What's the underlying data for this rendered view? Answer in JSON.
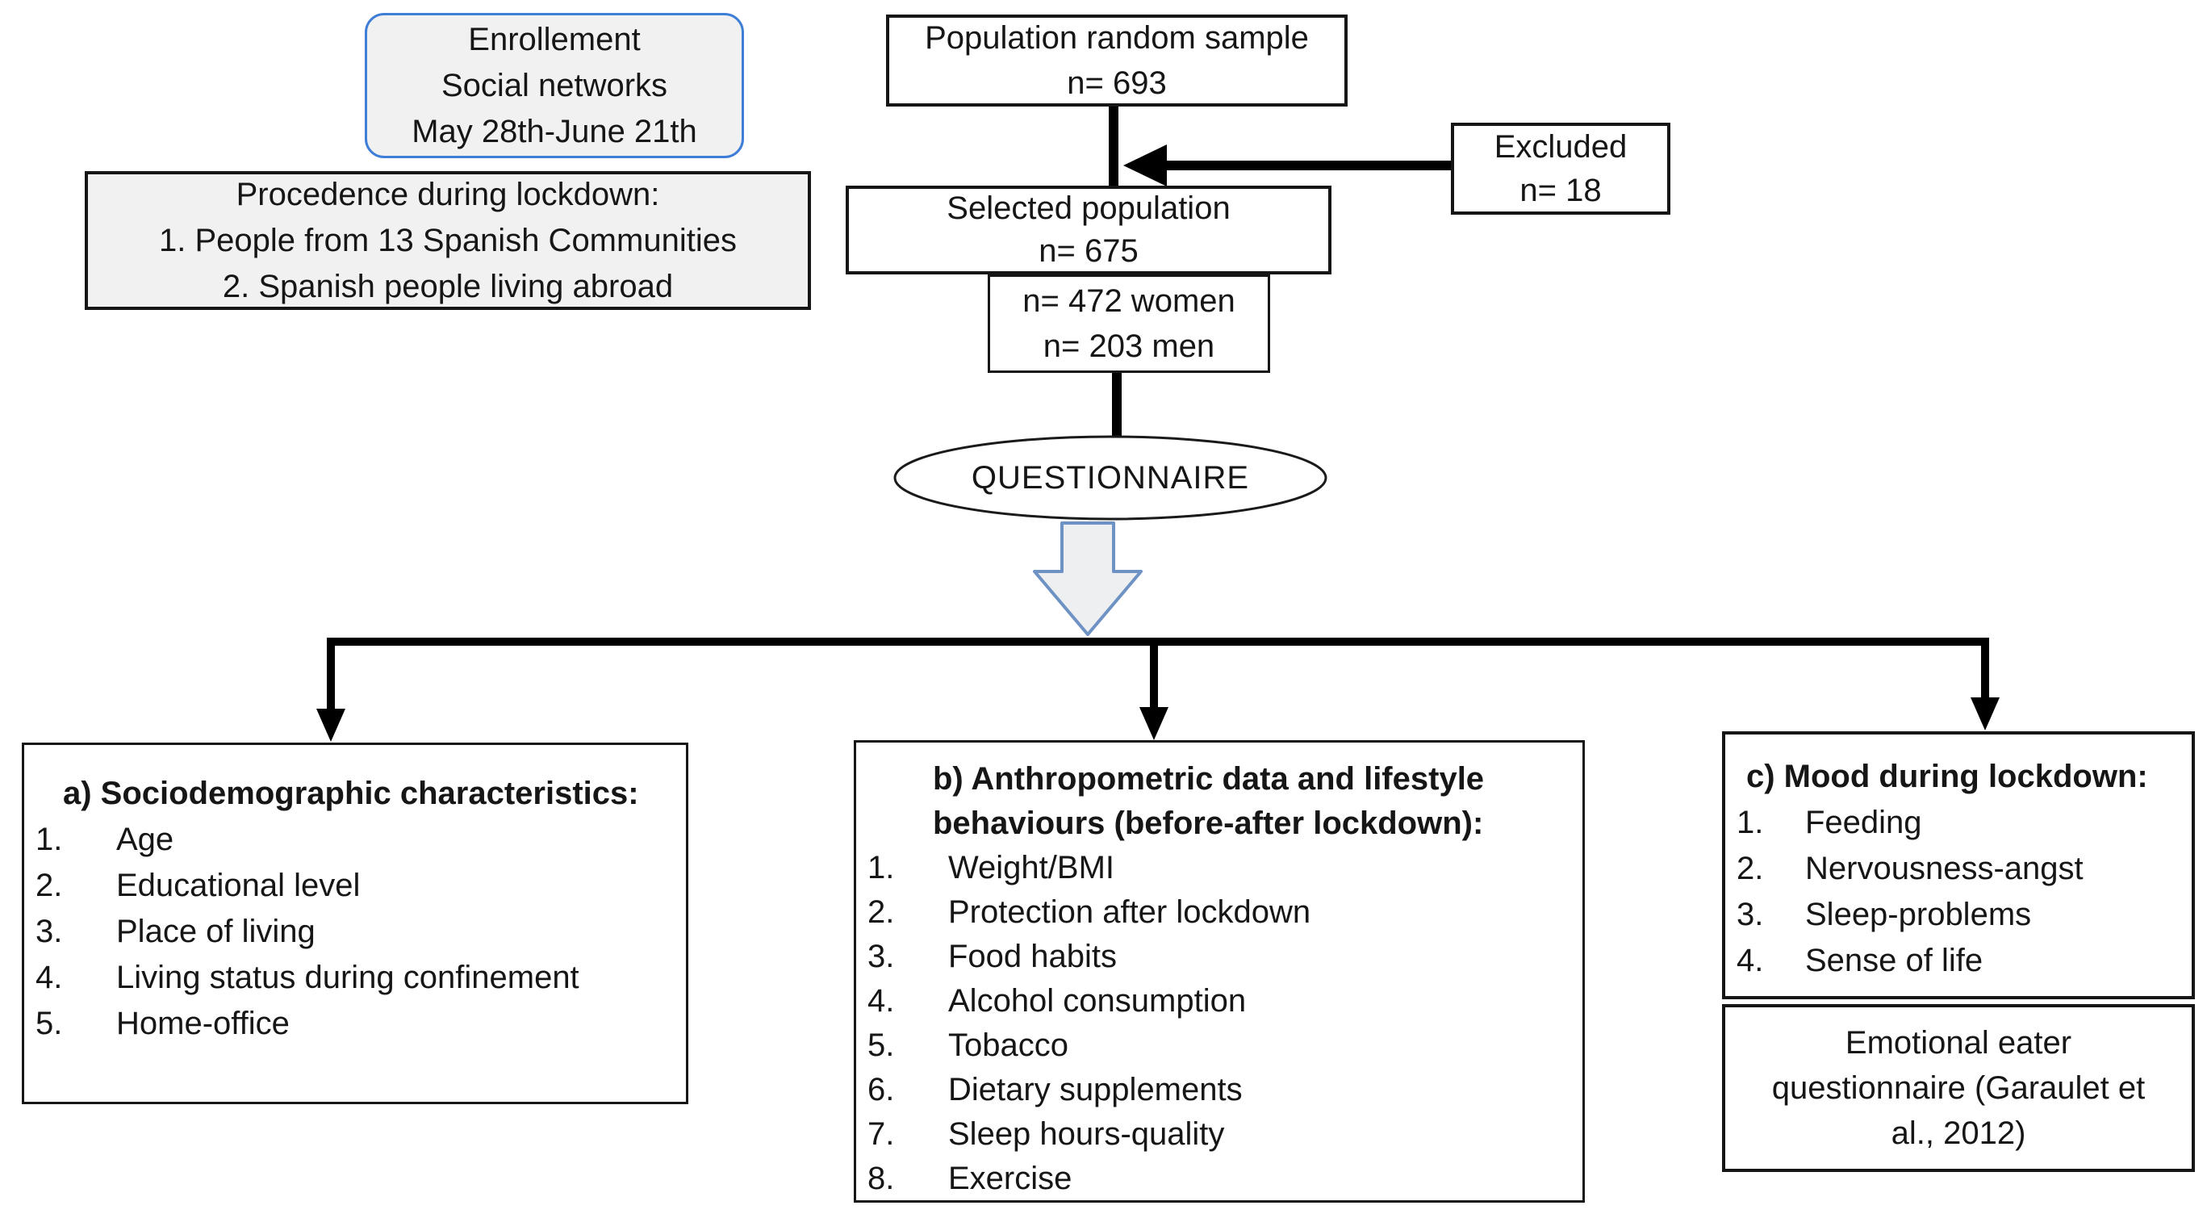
{
  "colors": {
    "accent_blue": "#3f7ed6",
    "block_arrow_blue": "#6d92c3",
    "box_fill_gray": "#f1f1f2",
    "line_black": "#000000"
  },
  "enrollment_box": {
    "lines": [
      "Enrollement",
      "Social networks",
      "May 28th-June 21th"
    ]
  },
  "procedence_box": {
    "lines": [
      "Procedence during lockdown:",
      "1. People from 13 Spanish Communities",
      "2. Spanish people living abroad"
    ]
  },
  "population_box": {
    "lines": [
      "Population random sample",
      "n= 693"
    ]
  },
  "excluded_box": {
    "lines": [
      "Excluded",
      "n= 18"
    ]
  },
  "selected_box": {
    "lines": [
      "Selected population",
      "n= 675"
    ]
  },
  "gender_box": {
    "lines": [
      "n= 472 women",
      "n= 203 men"
    ]
  },
  "questionnaire": {
    "label": "QUESTIONNAIRE"
  },
  "branch_a": {
    "title": "a) Sociodemographic characteristics:",
    "items": [
      {
        "num": "1.",
        "text": "Age"
      },
      {
        "num": "2.",
        "text": "Educational level"
      },
      {
        "num": "3.",
        "text": "Place of living"
      },
      {
        "num": "4.",
        "text": "Living status during confinement"
      },
      {
        "num": "5.",
        "text": "Home-office"
      }
    ]
  },
  "branch_b": {
    "title_lines": [
      "b) Anthropometric data and lifestyle",
      "behaviours (before-after lockdown):"
    ],
    "items": [
      {
        "num": "1.",
        "text": "Weight/BMI"
      },
      {
        "num": "2.",
        "text": "Protection after lockdown"
      },
      {
        "num": "3.",
        "text": "Food habits"
      },
      {
        "num": "4.",
        "text": "Alcohol consumption"
      },
      {
        "num": "5.",
        "text": "Tobacco"
      },
      {
        "num": "6.",
        "text": "Dietary supplements"
      },
      {
        "num": "7.",
        "text": "Sleep hours-quality"
      },
      {
        "num": "8.",
        "text": "Exercise"
      }
    ]
  },
  "branch_c": {
    "title": "c) Mood during lockdown:",
    "items": [
      {
        "num": "1.",
        "text": "Feeding"
      },
      {
        "num": "2.",
        "text": "Nervousness-angst"
      },
      {
        "num": "3.",
        "text": "Sleep-problems"
      },
      {
        "num": "4.",
        "text": "Sense of life"
      }
    ],
    "footer_lines": [
      "Emotional eater",
      "questionnaire (Garaulet et",
      "al., 2012)"
    ]
  }
}
